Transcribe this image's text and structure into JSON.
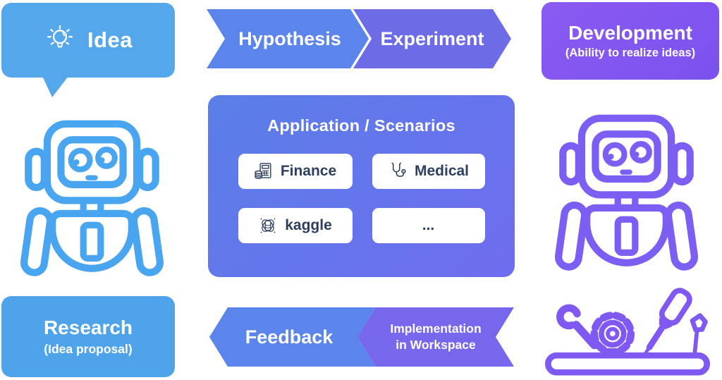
{
  "idea_bubble": {
    "label": "Idea",
    "icon": "lightbulb-icon"
  },
  "top_flow": {
    "steps": [
      {
        "label": "Hypothesis"
      },
      {
        "label": "Experiment"
      }
    ]
  },
  "development_box": {
    "title": "Development",
    "subtitle": "(Ability to realize ideas)"
  },
  "application_panel": {
    "title": "Application / Scenarios",
    "items": [
      {
        "label": "Finance",
        "icon": "calculator-coins-icon"
      },
      {
        "label": "Medical",
        "icon": "stethoscope-icon"
      },
      {
        "label": "kaggle",
        "icon": "data-orbit-icon"
      },
      {
        "label": "...",
        "icon": "none"
      }
    ]
  },
  "research_box": {
    "title": "Research",
    "subtitle": "(Idea proposal)"
  },
  "bottom_flow": {
    "steps": [
      {
        "label": "Feedback"
      },
      {
        "label": "Implementation in Workspace",
        "line1": "Implementation",
        "line2": "in Workspace"
      }
    ]
  },
  "colors": {
    "bubble_blue": "#55a7ec",
    "research_blue": "#4fa3e9",
    "chevron_blue": "#5b85ea",
    "chevron_violet": "#6d6be6",
    "implementation_violet": "#7667ec",
    "development_purple": "#7b51ee",
    "panel_gradient_start": "#5a7fe8",
    "panel_gradient_end": "#6f6cef",
    "robot_blue": "#4aa5f1",
    "robot_purple": "#7d5ef2",
    "item_text_navy": "#2d3e5f",
    "white": "#ffffff"
  }
}
